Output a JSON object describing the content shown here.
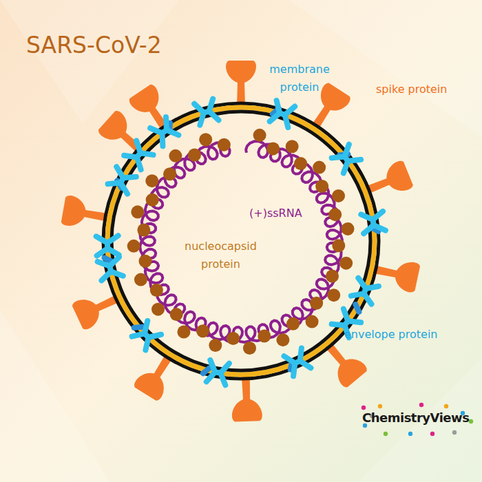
{
  "diagram": {
    "title": "SARS-CoV-2",
    "labels": [
      "membrane protein",
      "spike protein",
      "(+)ssRNA",
      "nucleocapsid protein",
      "envelope protein",
      "ChemistryViews"
    ]
  }
}
